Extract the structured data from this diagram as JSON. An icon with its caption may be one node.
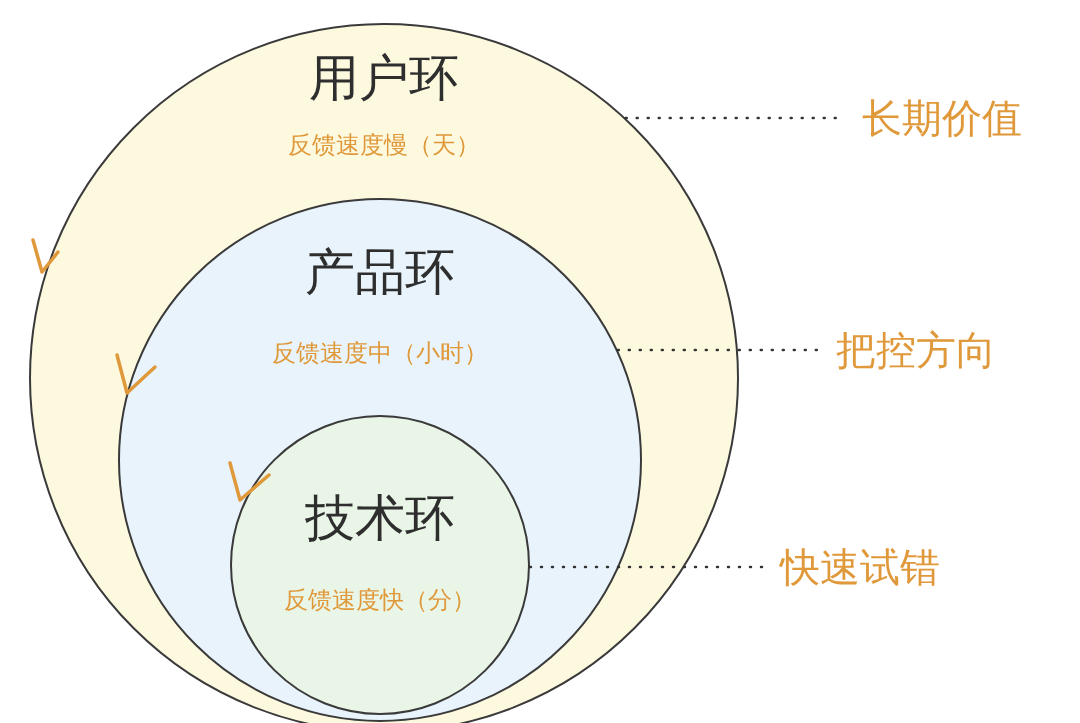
{
  "diagram": {
    "nodes": [
      {
        "text": [
          "用户环",
          "反馈速度慢（天）"
        ]
      },
      {
        "text": [
          "产品环",
          "反馈速度中（小时）"
        ],
        "in": 0
      },
      {
        "text": [
          "技术环",
          "反馈速度快（分）"
        ],
        "in": 1
      },
      {
        "text": [
          "长期价值"
        ]
      },
      {
        "text": [
          "把控方向"
        ]
      },
      {
        "text": [
          "快速试错"
        ]
      }
    ],
    "edges": [
      {
        "from": 0,
        "to": 3,
        "arrow": "none"
      },
      {
        "from": 1,
        "to": 4,
        "arrow": "none"
      },
      {
        "from": 2,
        "to": 5,
        "arrow": "none"
      }
    ]
  }
}
